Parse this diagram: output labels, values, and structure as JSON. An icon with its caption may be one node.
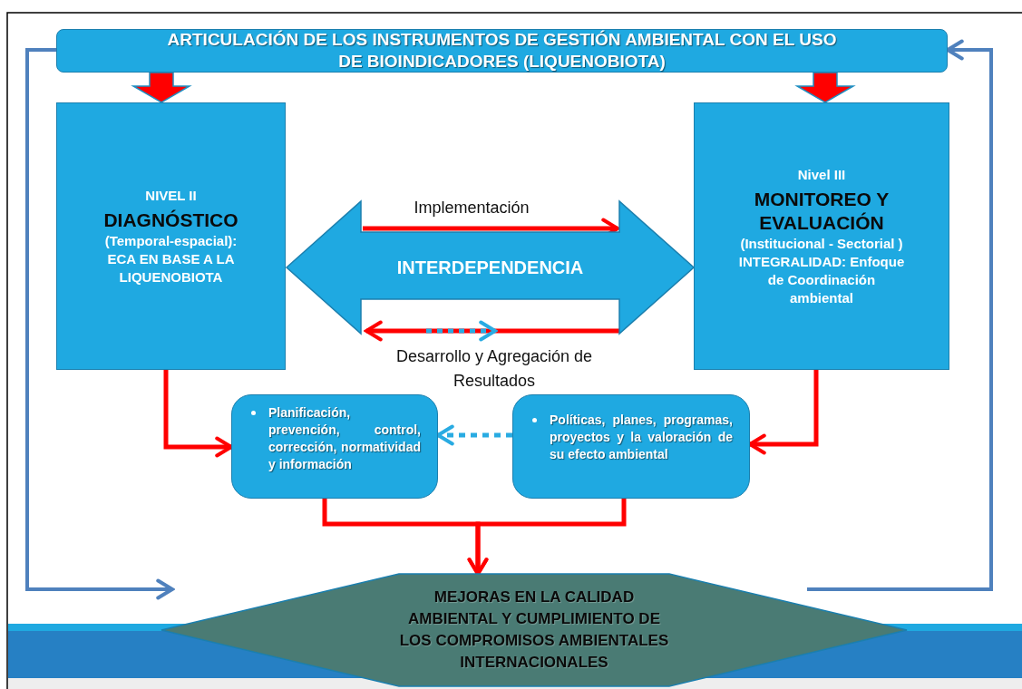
{
  "diagram": {
    "nodes": [
      {
        "text": [
          "ARTICULACIÓN DE LOS INSTRUMENTOS DE GESTIÓN AMBIENTAL CON EL USO DE BIOINDICADORES (LIQUENOBIOTA)"
        ]
      },
      {
        "text": [
          "NIVEL II",
          "DIAGNÓSTICO",
          "(Temporal-espacial): ECA EN BASE A LA LIQUENOBIOTA"
        ]
      },
      {
        "text": [
          "Nivel III",
          "MONITOREO Y EVALUACIÓN",
          "(Institucional - Sectorial )",
          "INTEGRALIDAD: Enfoque de Coordinación ambiental"
        ]
      },
      {
        "text": [
          "INTERDEPENDENCIA"
        ]
      },
      {
        "text": [
          "Planificación, prevención, control, corrección, normatividad y información"
        ]
      },
      {
        "text": [
          "Políticas, planes, programas, proyectos y la valoración de su efecto ambiental"
        ]
      },
      {
        "text": [
          "MEJORAS EN LA CALIDAD AMBIENTAL Y CUMPLIMIENTO DE LOS COMPROMISOS AMBIENTALES INTERNACIONALES"
        ]
      }
    ],
    "edges": [
      {
        "from": 0,
        "to": 1,
        "arrow": "to",
        "style": "thick"
      },
      {
        "from": 0,
        "to": 2,
        "arrow": "to",
        "style": "thick"
      },
      {
        "from": 1,
        "to": 4,
        "arrow": "to"
      },
      {
        "from": 2,
        "to": 5,
        "arrow": "to"
      },
      {
        "from": 5,
        "to": 4,
        "arrow": "to",
        "style": "dashed",
        "color": "#29abe2"
      },
      {
        "from": 4,
        "to": 6,
        "arrow": "to"
      },
      {
        "from": 5,
        "to": 6,
        "arrow": "to"
      },
      {
        "from": 0,
        "to": 6,
        "arrow": "to",
        "color": "#4f81bd"
      },
      {
        "from": 6,
        "to": 0,
        "arrow": "to",
        "color": "#4f81bd"
      }
    ],
    "labels": [
      "Implementación",
      "Desarrollo y Agregación de Resultados"
    ]
  }
}
